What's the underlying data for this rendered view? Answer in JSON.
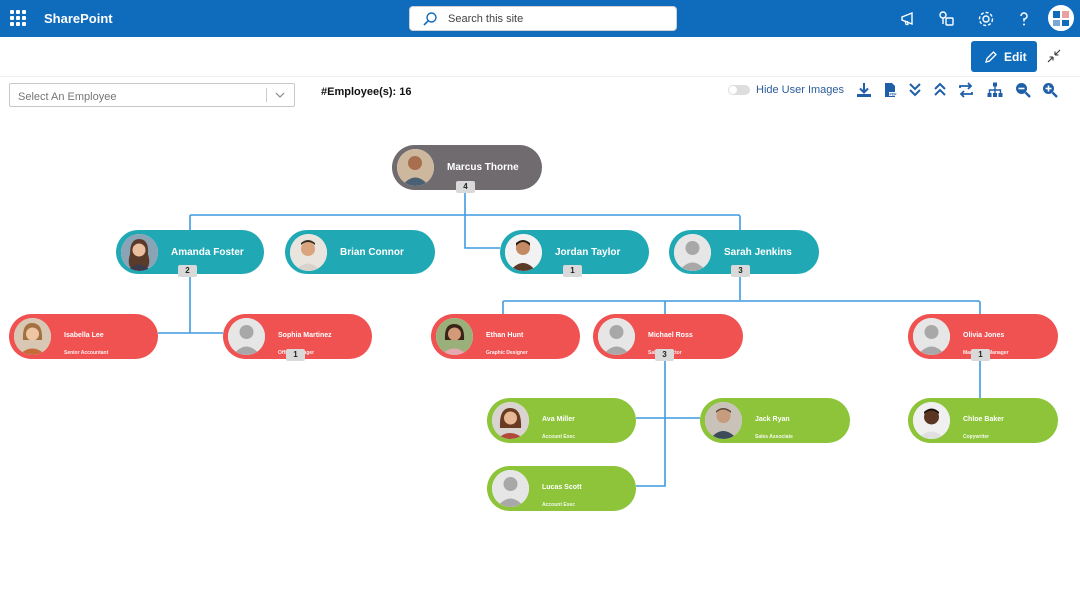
{
  "suitebar": {
    "app_name": "SharePoint",
    "search_placeholder": "Search this site"
  },
  "command": {
    "edit_label": "Edit"
  },
  "toolbar": {
    "select_placeholder": "Select An Employee",
    "employee_count": "#Employee(s): 16",
    "hide_images_label": "Hide User Images"
  },
  "colors": {
    "brand": "#0f6cbd",
    "ceo": "#6f6b6f",
    "level1": "#20a9b5",
    "level2": "#f05252",
    "level3": "#8dc43a"
  },
  "nodes": [
    {
      "name": "Marcus Thorne",
      "badge": "4"
    },
    {
      "name": "Amanda Foster",
      "badge": "2"
    },
    {
      "name": "Brian Connor",
      "badge": ""
    },
    {
      "name": "Jordan Taylor",
      "badge": "1"
    },
    {
      "name": "Sarah Jenkins",
      "badge": "3"
    },
    {
      "name": "Isabella Lee",
      "title": "Senior Accountant",
      "badge": ""
    },
    {
      "name": "Sophia Martinez",
      "title": "Office Manager",
      "badge": "1"
    },
    {
      "name": "Ethan Hunt",
      "title": "Graphic Designer",
      "badge": ""
    },
    {
      "name": "Michael Ross",
      "title": "Sales Director",
      "badge": "3"
    },
    {
      "name": "Olivia Jones",
      "title": "Marketing Manager",
      "badge": "1"
    },
    {
      "name": "Ava Miller",
      "title": "Account Exec",
      "badge": ""
    },
    {
      "name": "Jack Ryan",
      "title": "Sales Associate",
      "badge": ""
    },
    {
      "name": "Chloe Baker",
      "title": "Copywriter",
      "badge": ""
    },
    {
      "name": "Lucas Scott",
      "title": "Account Exec",
      "badge": ""
    }
  ]
}
